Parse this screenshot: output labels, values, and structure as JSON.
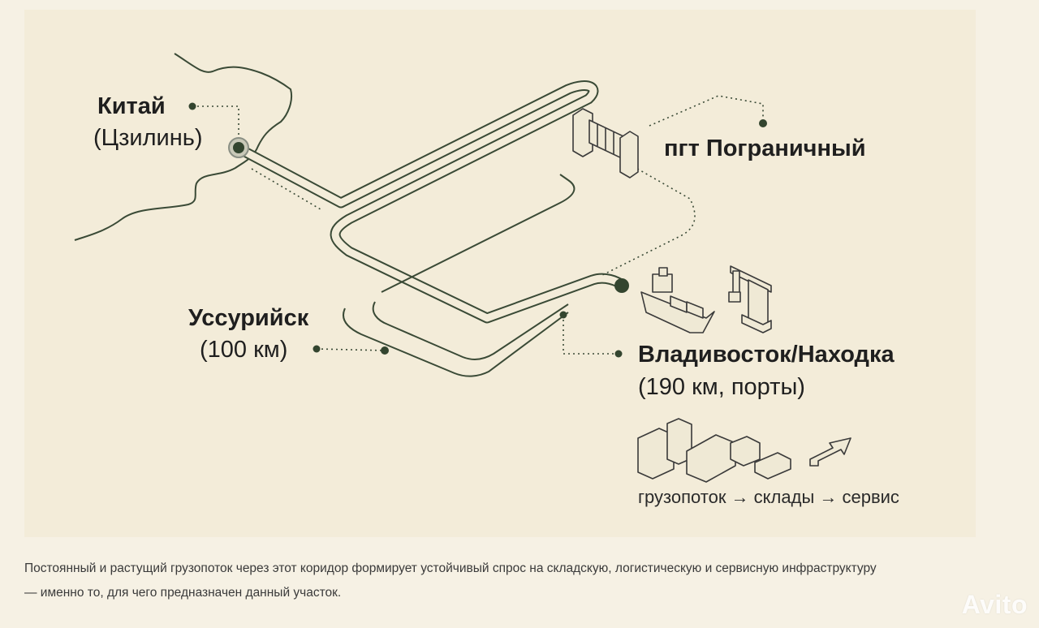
{
  "labels": {
    "china_title": "Китай",
    "china_sub": "(Цзилинь)",
    "border_town": "пгт Пограничный",
    "ussuriysk_title": "Уссурийск",
    "ussuriysk_sub": "(100 км)",
    "port_title": "Владивосток/Находка",
    "port_sub": "(190 км, порты)",
    "flow_chain": "грузопоток → склады → сервис"
  },
  "caption": "Постоянный и растущий грузопоток через этот коридор формирует устойчивый спрос на складскую, логистическую и сервисную инфраструктуру — именно то, для чего предназначен данный участок.",
  "watermark": "Avito",
  "colors": {
    "background": "#f6f1e4",
    "panel": "#f3ecd9",
    "route_dark": "#3a4a36",
    "route_light": "#f3ecd9",
    "accent_point": "#33452f",
    "outline": "#3a3a3a"
  },
  "icons": [
    "border-gate-icon",
    "cargo-ship-icon",
    "port-crane-icon",
    "warehouse-buildings-icon",
    "direction-arrow-icon"
  ]
}
